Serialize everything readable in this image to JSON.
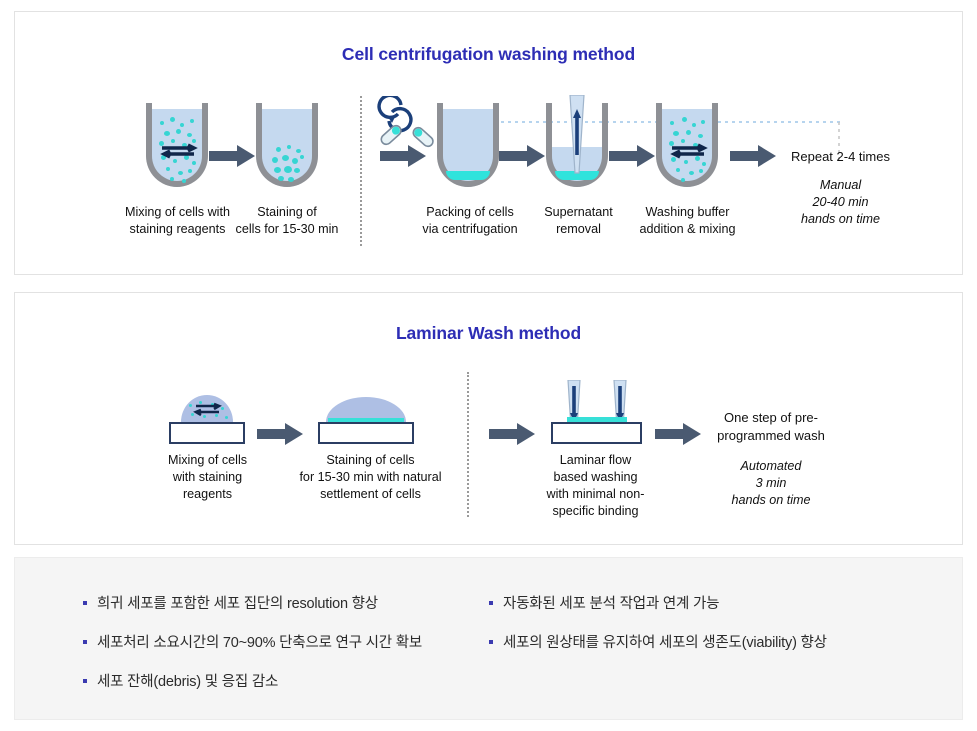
{
  "panels": {
    "centrifugation": {
      "title": "Cell centrifugation washing method",
      "steps": [
        {
          "caption": "Mixing of cells with\nstaining reagents"
        },
        {
          "caption": "Staining of\ncells for 15-30 min"
        },
        {
          "caption": "Packing  of cells\nvia centrifugation"
        },
        {
          "caption": "Supernatant\nremoval"
        },
        {
          "caption": "Washing buffer\naddition & mixing"
        }
      ],
      "repeat_label": "Repeat 2-4 times",
      "summary": "Manual\n20-40 min\nhands on time",
      "icons": {
        "centrifuge": "centrifuge-icon",
        "mixing": "mixing-arrow-icon",
        "pipette": "pipette-icon",
        "loop": "repeat-loop-icon"
      }
    },
    "laminar": {
      "title": "Laminar Wash method",
      "steps": [
        {
          "caption": "Mixing of cells\nwith staining\nreagents"
        },
        {
          "caption": "Staining of cells\nfor 15-30 min with natural\nsettlement of cells"
        },
        {
          "caption": "Laminar flow\nbased washing\nwith minimal non-\nspecific binding"
        }
      ],
      "result_label": "One step of pre-\nprogrammed wash",
      "summary": "Automated\n3 min\nhands on time"
    },
    "benefits": {
      "left": [
        "희귀 세포를 포함한 세포 집단의 resolution 향상",
        "세포처리 소요시간의 70~90% 단축으로 연구 시간 확보",
        "세포 잔해(debris) 및 응집 감소"
      ],
      "right": [
        "자동화된 세포 분석 작업과 연계 가능",
        "세포의 원상태를 유지하여 세포의 생존도(viability) 향상"
      ]
    }
  },
  "colors": {
    "title": "#2d2db5",
    "arrow": "#4a5a71",
    "tube_wall": "#8e9095",
    "liquid": "#c5d9ef",
    "cells": "#36d5d3",
    "mix_arrow": "#10264a",
    "panel_bg": "#f5f5f5",
    "bullet": "#3a3ab0",
    "loop_line": "#9ec6e8"
  }
}
